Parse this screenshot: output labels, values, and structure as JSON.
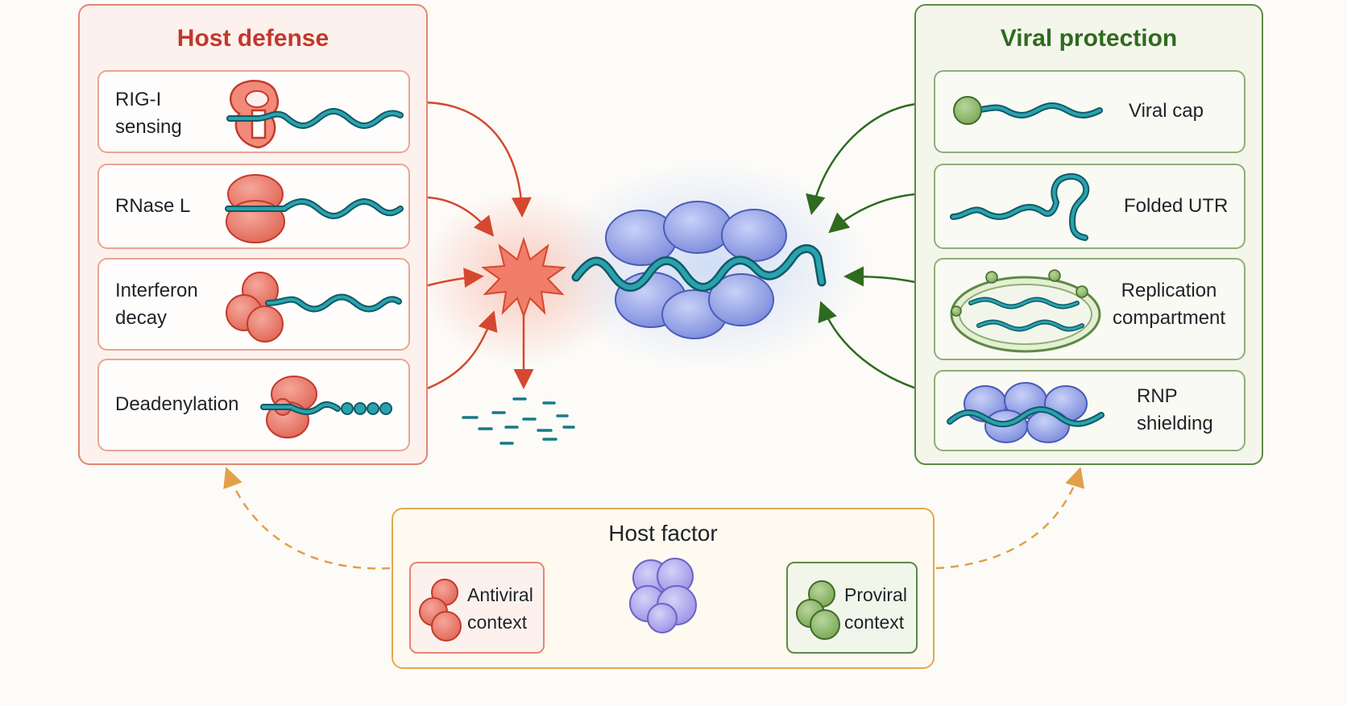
{
  "host_defense": {
    "title": "Host defense",
    "items": [
      {
        "label_lines": [
          "RIG-I",
          "sensing"
        ],
        "icon": "rig-i-ring-icon"
      },
      {
        "label_lines": [
          "RNase L"
        ],
        "icon": "rnase-l-protein-icon"
      },
      {
        "label_lines": [
          "Interferon",
          "decay"
        ],
        "icon": "interferon-protein-icon"
      },
      {
        "label_lines": [
          "Deadenylation"
        ],
        "icon": "deadenylase-protein-icon"
      }
    ]
  },
  "viral_protection": {
    "title": "Viral protection",
    "items": [
      {
        "label_lines": [
          "Viral cap"
        ],
        "icon": "cap-bead-icon"
      },
      {
        "label_lines": [
          "Folded UTR"
        ],
        "icon": "stem-loop-icon"
      },
      {
        "label_lines": [
          "Replication",
          "compartment"
        ],
        "icon": "membrane-compartment-icon"
      },
      {
        "label_lines": [
          "RNP",
          "shielding"
        ],
        "icon": "rnp-proteins-icon"
      }
    ]
  },
  "host_factor": {
    "title": "Host factor",
    "antiviral_lines": [
      "Antiviral",
      "context"
    ],
    "proviral_lines": [
      "Proviral",
      "context"
    ]
  },
  "colors": {
    "host_red": "#c0392b",
    "viral_green": "#2e6b1e",
    "factor_orange": "#e3a94e",
    "rna_teal": "#177a86",
    "protein_blue": "#8e9de6",
    "protein_red": "#e8766a",
    "protein_green": "#8cb46b",
    "protein_purple": "#b0a8ec"
  }
}
